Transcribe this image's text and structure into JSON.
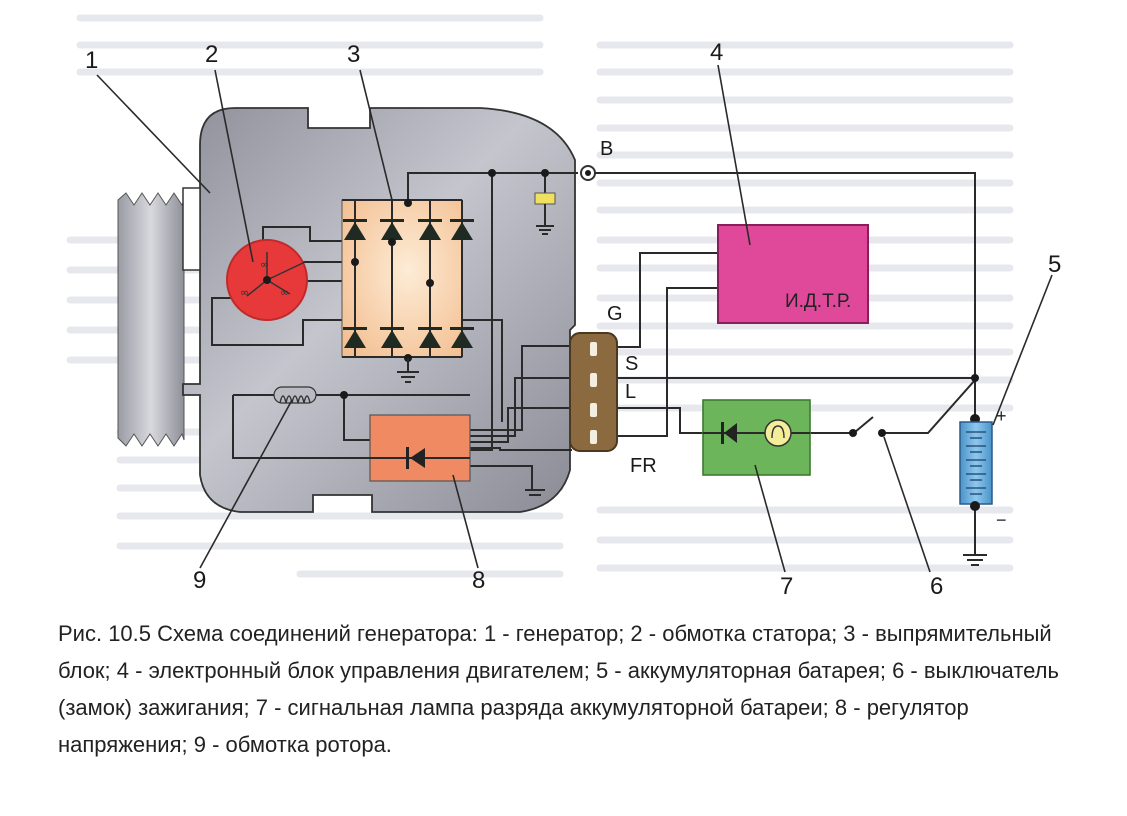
{
  "diagram": {
    "title": "Схема соединений генератора",
    "callouts": [
      {
        "num": "1",
        "name": "генератор"
      },
      {
        "num": "2",
        "name": "обмотка статора"
      },
      {
        "num": "3",
        "name": "выпрямительный блок"
      },
      {
        "num": "4",
        "name": "электронный блок управления двигателем"
      },
      {
        "num": "5",
        "name": "аккумуляторная батарея"
      },
      {
        "num": "6",
        "name": "выключатель (замок) зажигания"
      },
      {
        "num": "7",
        "name": "сигнальная лампа разряда аккумуляторной батареи"
      },
      {
        "num": "8",
        "name": "регулятор напряжения"
      },
      {
        "num": "9",
        "name": "обмотка ротора"
      }
    ],
    "terminals": {
      "b": "B",
      "g": "G",
      "s": "S",
      "l": "L",
      "fr": "FR"
    },
    "ecu_label": "И.Д.Т.Р.",
    "battery_plus": "+",
    "battery_minus": "−",
    "colors": {
      "housing": "#a9aab4",
      "stator": "#e8393a",
      "rectifier": "#f6c9a0",
      "regulator": "#f08a62",
      "ecu": "#e0489a",
      "lamp_block": "#6cb55a",
      "connector": "#8a6a3e",
      "battery": "#5aa6d8",
      "capacitor": "#f0e060"
    }
  },
  "caption": "Рис. 10.5 Схема соединений генератора: 1 - генератор; 2 - обмотка статора; 3 - выпрямительный блок; 4 - электронный блок управления двигателем; 5 - аккумуляторная батарея; 6 - выключатель (замок) зажигания; 7 - сигнальная лампа разряда аккумуляторной батареи; 8 - регулятор напряжения; 9 - обмотка ротора."
}
